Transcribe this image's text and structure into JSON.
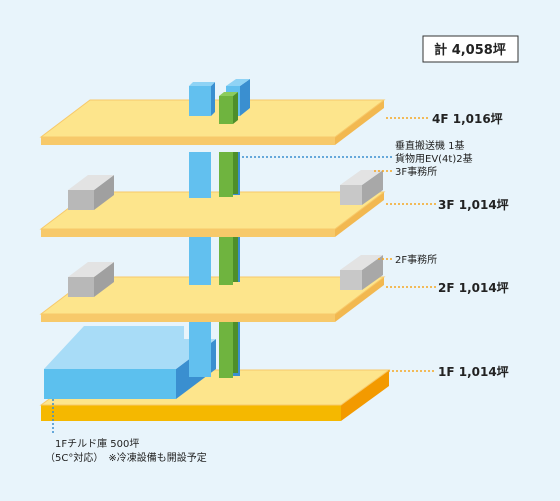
{
  "total": "計 4,058坪",
  "floors": {
    "f4": "4F 1,016坪",
    "f3": "3F 1,014坪",
    "f2": "2F 1,014坪",
    "f1": "1F 1,014坪"
  },
  "annotations": {
    "lift_line1": "垂直搬送機 1基",
    "lift_line2": "貨物用EV(4t)2基",
    "office3": "3F事務所",
    "office2": "2F事務所",
    "chilled_line1": "1Fチルド庫 500坪",
    "chilled_line2": "（5C°対応）　※冷凍設備も開設予定"
  },
  "colors": {
    "background": "#e8f4fb",
    "floor": "#fde58c",
    "floor_edge": "#f7c96a",
    "base_front": "#f5b800",
    "base_side": "#f39a00",
    "leader": "#f5a623",
    "shaft_light": "#62c0ef",
    "shaft_dark": "#3a8fd0",
    "lift_green": "#6fb43f",
    "lift_green_dark": "#4e8f2a",
    "office_front": "#c8c8c8",
    "office_top": "#e3e3e3",
    "chilled_front": "#5cc0ee",
    "chilled_top": "#a8dcf7"
  }
}
